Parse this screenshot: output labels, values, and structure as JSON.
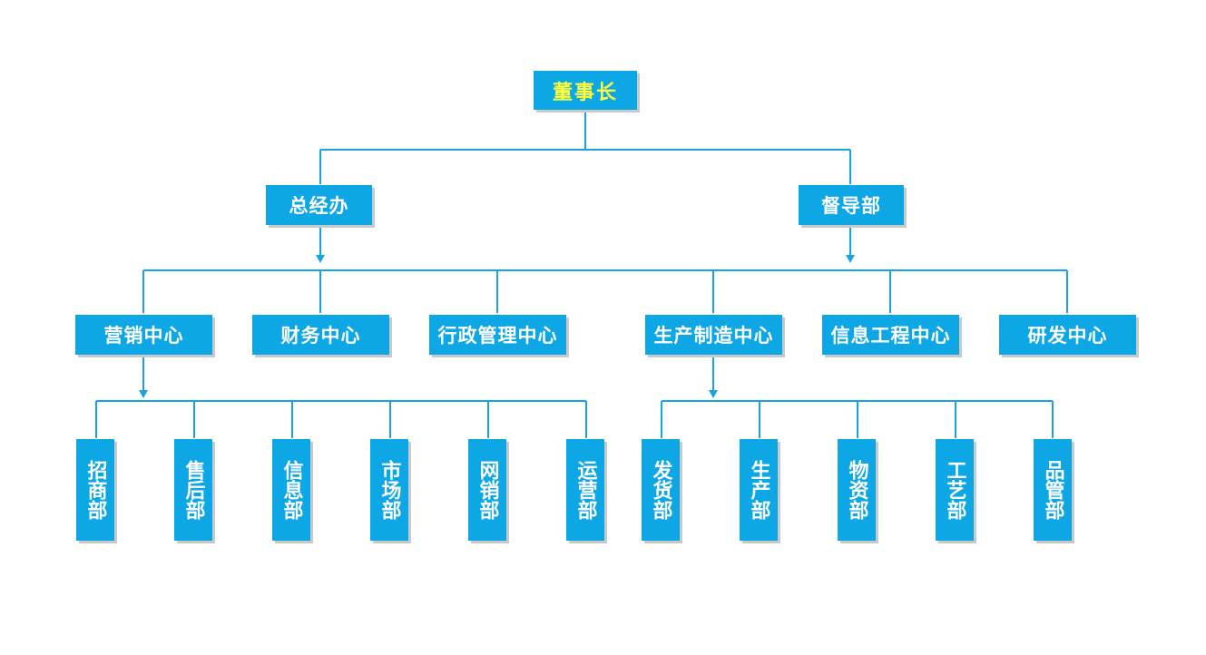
{
  "root": {
    "label": "董事长"
  },
  "level2": [
    {
      "label": "总经办"
    },
    {
      "label": "督导部"
    }
  ],
  "centers": [
    {
      "label": "营销中心"
    },
    {
      "label": "财务中心"
    },
    {
      "label": "行政管理中心"
    },
    {
      "label": "生产制造中心"
    },
    {
      "label": "信息工程中心"
    },
    {
      "label": "研发中心"
    }
  ],
  "marketing_depts": [
    {
      "label": "招商部"
    },
    {
      "label": "售后部"
    },
    {
      "label": "信息部"
    },
    {
      "label": "市场部"
    },
    {
      "label": "网销部"
    },
    {
      "label": "运营部"
    }
  ],
  "production_depts": [
    {
      "label": "发货部"
    },
    {
      "label": "生产部"
    },
    {
      "label": "物资部"
    },
    {
      "label": "工艺部"
    },
    {
      "label": "品管部"
    }
  ],
  "colors": {
    "box": "#0ea7e6",
    "line": "#1aa3dd",
    "root_text": "#ffff3a",
    "text": "#ffffff"
  }
}
